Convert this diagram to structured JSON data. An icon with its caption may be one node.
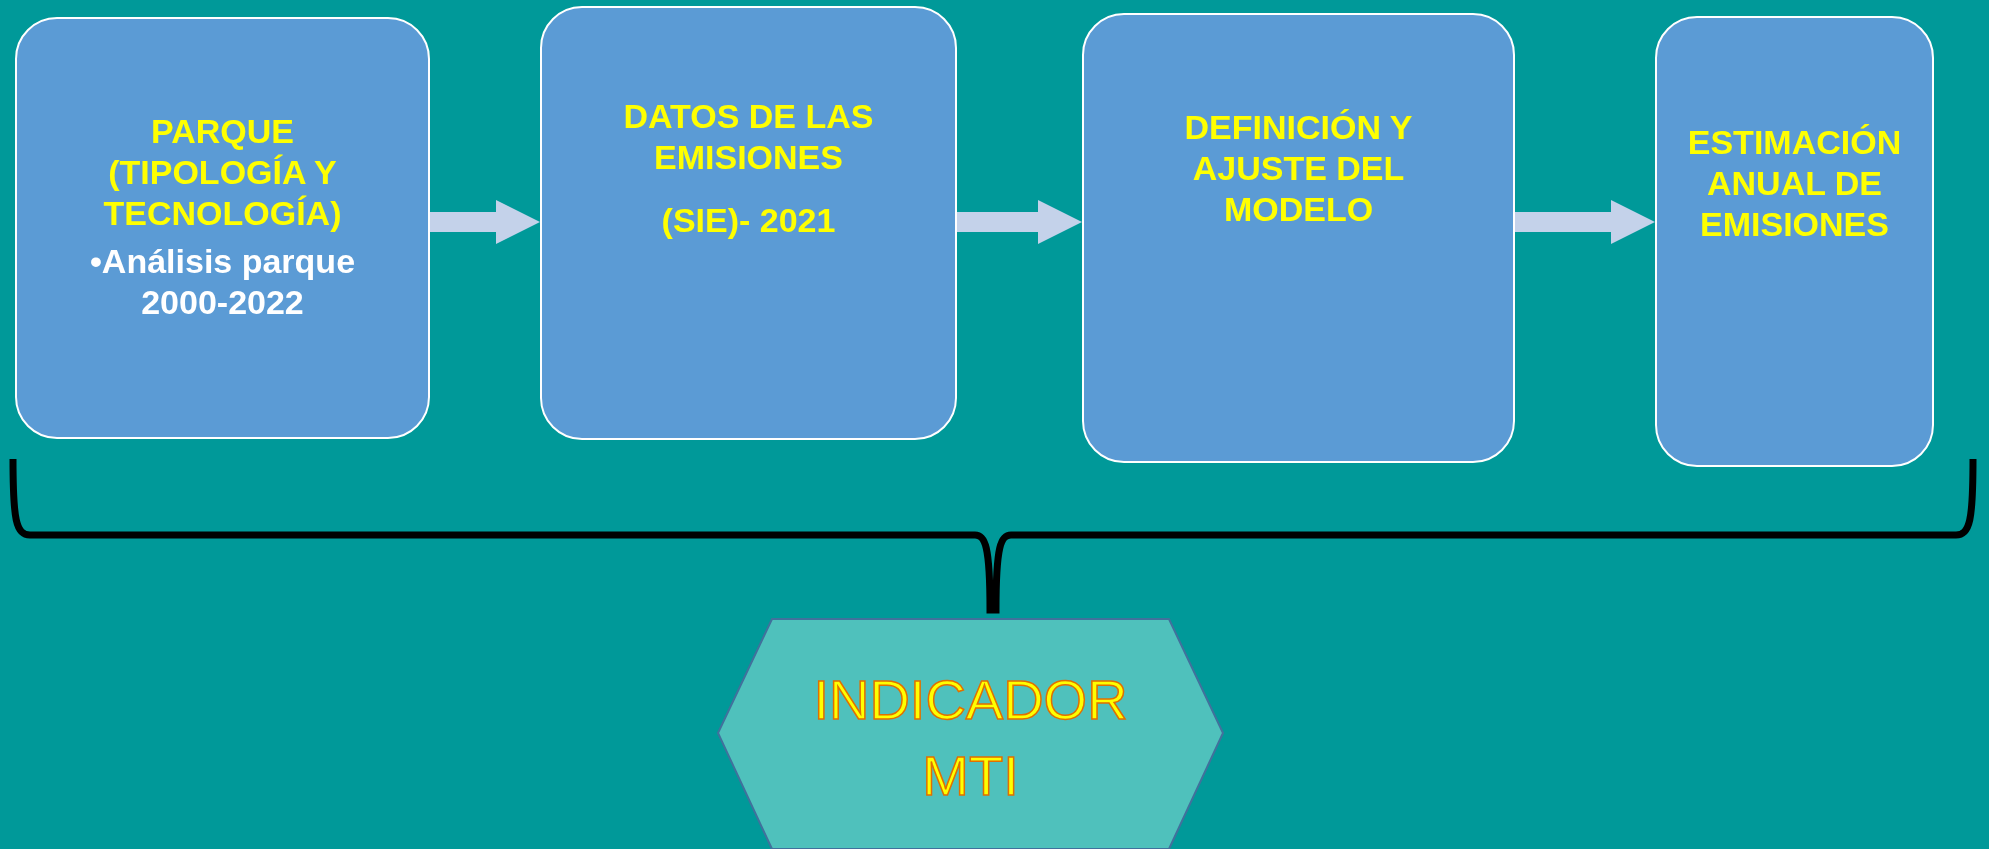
{
  "diagram": {
    "nodes": [
      {
        "text": [
          "PARQUE (TIPOLOGÍA Y TECNOLOGÍA)",
          "•Análisis parque 2000-2022"
        ]
      },
      {
        "text": [
          "DATOS DE LAS EMISIONES",
          "(SIE)- 2021"
        ]
      },
      {
        "text": [
          "DEFINICIÓN Y AJUSTE DEL MODELO"
        ]
      },
      {
        "text": [
          "ESTIMACIÓN ANUAL DE EMISIONES"
        ]
      },
      {
        "text": [
          "INDICADOR MTI"
        ]
      }
    ],
    "edges": [
      {
        "from": 0,
        "to": 1,
        "arrow": "to"
      },
      {
        "from": 1,
        "to": 2,
        "arrow": "to"
      },
      {
        "from": 2,
        "to": 3,
        "arrow": "to"
      }
    ]
  }
}
